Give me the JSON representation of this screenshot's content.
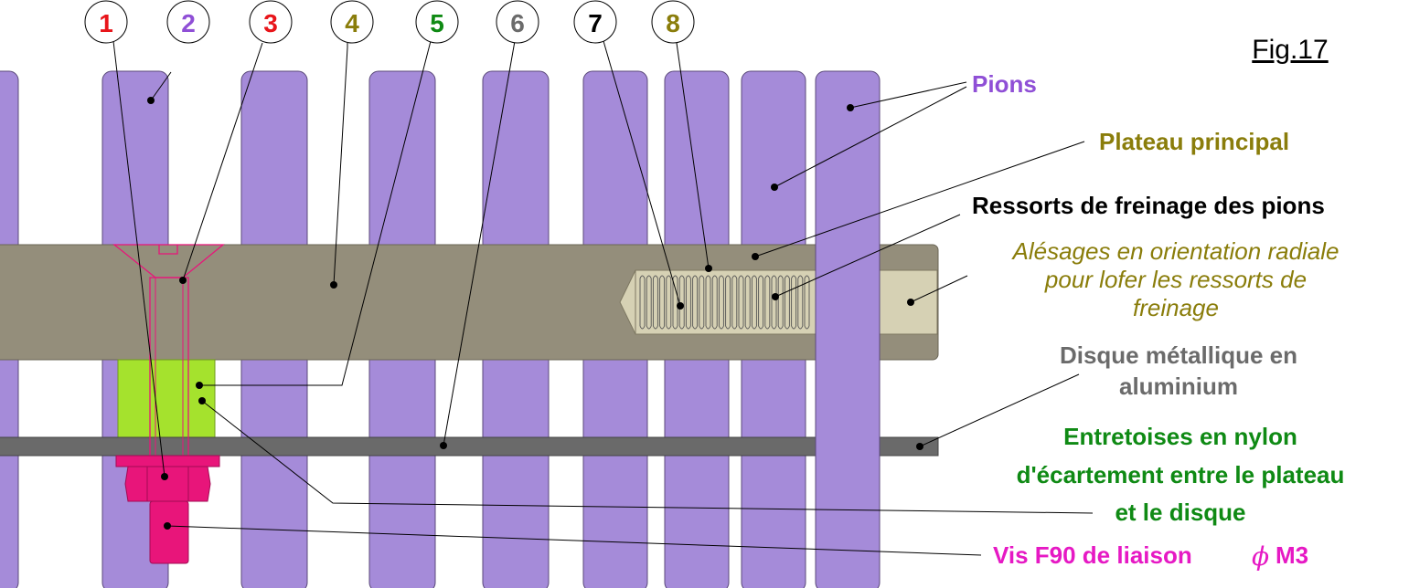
{
  "figure_label": "Fig.17",
  "callouts": [
    {
      "n": "1",
      "color": "#e8151a"
    },
    {
      "n": "2",
      "color": "#8f4fd6"
    },
    {
      "n": "3",
      "color": "#e8151a"
    },
    {
      "n": "4",
      "color": "#8a7d0b"
    },
    {
      "n": "5",
      "color": "#0f8a14"
    },
    {
      "n": "6",
      "color": "#6b6b6b"
    },
    {
      "n": "7",
      "color": "#000000"
    },
    {
      "n": "8",
      "color": "#8a7d0b"
    }
  ],
  "labels": {
    "pions": {
      "text": "Pions",
      "color": "#8f4fd6"
    },
    "plateau": {
      "text": "Plateau principal",
      "color": "#8a7d0b"
    },
    "ressorts": {
      "text": "Ressorts de freinage des pions",
      "color": "#000000"
    },
    "alesages": {
      "lines": [
        "Alésages en orientation radiale",
        "pour lofer les ressorts de",
        "freinage"
      ],
      "color": "#8a7d0b"
    },
    "disque": {
      "lines": [
        "Disque métallique en",
        "aluminium"
      ],
      "color": "#6b6b6b"
    },
    "entretoises": {
      "lines": [
        "Entretoises en nylon",
        "d'écartement entre le plateau",
        "et le disque"
      ],
      "color": "#0f8a14"
    },
    "vis": {
      "text": "Vis F90 de liaison",
      "symbol": "ϕ",
      "suffix": "M3",
      "color": "#e619c4"
    }
  },
  "colors": {
    "pin": "#a58bd9",
    "plate": "#948e7b",
    "bore": "#d6d1b4",
    "spacer": "#a5e22d",
    "disc": "#6a6a6a",
    "screw": "#e8157a"
  }
}
